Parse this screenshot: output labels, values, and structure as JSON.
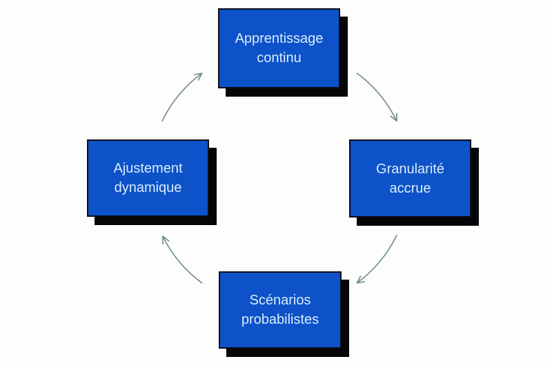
{
  "diagram": {
    "type": "cycle",
    "nodes": [
      {
        "id": "apprentissage-continu",
        "label": "Apprentissage continu",
        "position": "top"
      },
      {
        "id": "granularite-accrue",
        "label": "Granularité accrue",
        "position": "right"
      },
      {
        "id": "scenarios-probabilistes",
        "label": "Scénarios probabilistes",
        "position": "bottom"
      },
      {
        "id": "ajustement-dynamique",
        "label": "Ajustement dynamique",
        "position": "left"
      }
    ],
    "connections": [
      {
        "from": "Apprentissage continu",
        "to": "Granularité accrue",
        "direction": "clockwise"
      },
      {
        "from": "Granularité accrue",
        "to": "Scénarios probabilistes",
        "direction": "clockwise"
      },
      {
        "from": "Scénarios probabilistes",
        "to": "Ajustement dynamique",
        "direction": "clockwise"
      },
      {
        "from": "Ajustement dynamique",
        "to": "Apprentissage continu",
        "direction": "clockwise"
      }
    ],
    "colors": {
      "background": "#fdfdfb",
      "node_fill": "#0d52c8",
      "node_border": "#0a0d14",
      "node_text": "#d9ecfb",
      "node_shadow": "#060608",
      "arrow": "#6b8a86"
    }
  }
}
